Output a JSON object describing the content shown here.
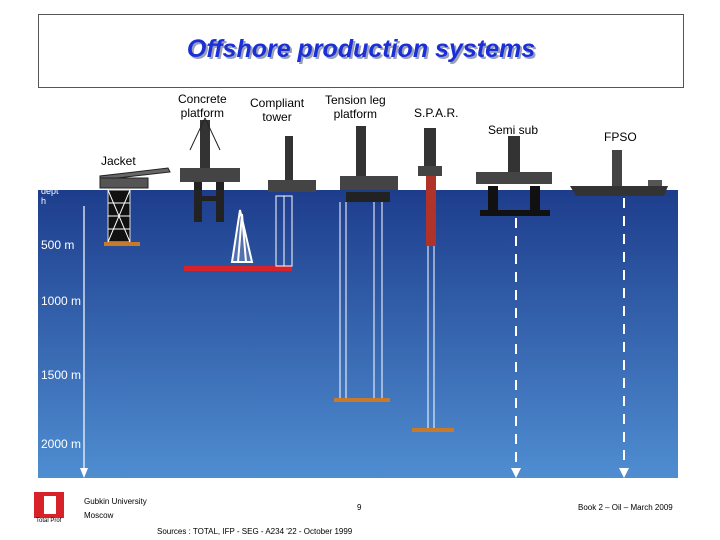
{
  "slide": {
    "title": "Offshore production systems"
  },
  "systems": {
    "concrete_platform": "Concrete\nplatform",
    "compliant_tower": "Compliant\ntower",
    "tension_leg_platform": "Tension leg\nplatform",
    "spar": "S.P.A.R.",
    "semi_sub": "Semi sub",
    "fpso": "FPSO",
    "jacket": "Jacket"
  },
  "axis": {
    "top_label": "dept\nh",
    "ticks": [
      "500 m",
      "1000 m",
      "1500 m",
      "2000 m"
    ]
  },
  "footer": {
    "university_line1": "Gubkin University",
    "university_line2": "Moscow",
    "logo_text": "Total Prof",
    "page_number": "9",
    "book": "Book 2 – Oil – March 2009",
    "sources": "Sources : TOTAL, IFP - SEG - A234 '22 - October 1999"
  },
  "colors": {
    "title": "#1a2fd8",
    "sea_top": "#1d3d8c",
    "sea_bottom": "#4f8dd1",
    "seabed_marker": "#d8222a",
    "anchor_pad": "#c77a2a"
  }
}
